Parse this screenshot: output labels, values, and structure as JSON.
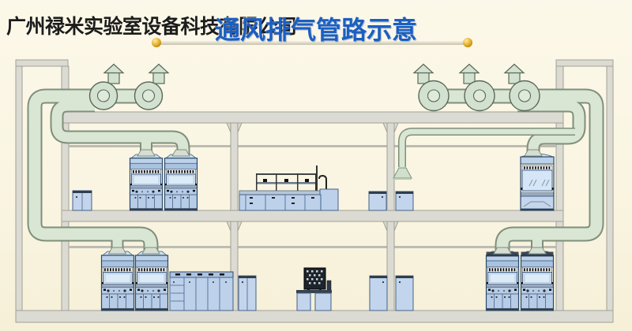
{
  "header": {
    "company_title": "广州禄米实验室设备科技有限公司",
    "diagram_title": "通风排气管路示意"
  },
  "colors": {
    "background": "#faf5e2",
    "title_blue": "#1b5fc1",
    "title_black": "#1c1c1c",
    "duct_fill": "#d9e6d4",
    "duct_border": "#7f8f7c",
    "structure_gray": "#dbdbd3",
    "cabinet_blue": "#b7cce6",
    "divider_gold": "#e0a81f"
  },
  "diagram": {
    "roof_fans_left_count": 2,
    "roof_fans_right_count": 3,
    "upper_floor_equipment": [
      "storage cabinet",
      "fume hood",
      "fume hood",
      "island bench with reagent shelf and faucet",
      "storage cabinet",
      "storage cabinet",
      "canopy extraction hood",
      "ducted safety cabinet"
    ],
    "lower_floor_equipment": [
      "fume hood",
      "fume hood",
      "lab bench with drawers",
      "storage cabinet",
      "instrument bench with analyzer",
      "storage cabinet",
      "storage cabinet",
      "fume hood",
      "fume hood"
    ]
  }
}
